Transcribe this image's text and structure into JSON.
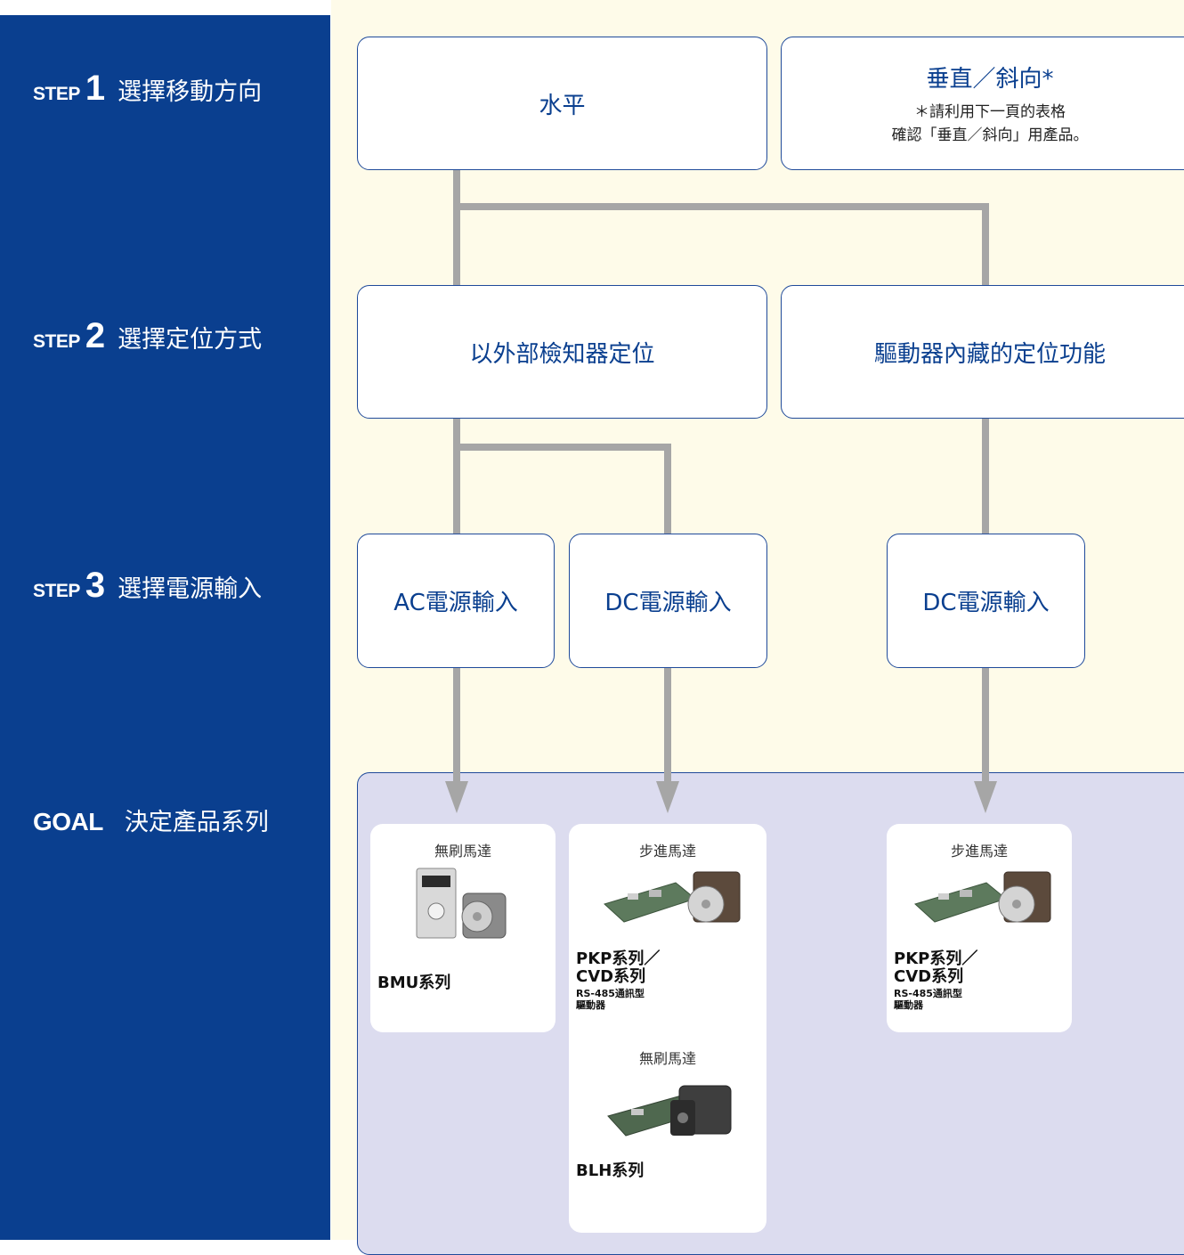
{
  "steps": [
    {
      "keyword": "STEP",
      "number": "1",
      "text": "選擇移動方向"
    },
    {
      "keyword": "STEP",
      "number": "2",
      "text": "選擇定位方式"
    },
    {
      "keyword": "STEP",
      "number": "3",
      "text": "選擇電源輸入"
    }
  ],
  "goal": {
    "keyword": "GOAL",
    "text": "決定產品系列"
  },
  "step1": {
    "horizontal": "水平",
    "vertical": "垂直／斜向*",
    "vertical_note_line1": "＊請利用下一頁的表格",
    "vertical_note_line2": "確認「垂直／斜向」用產品。"
  },
  "step2": {
    "external_sensor": "以外部檢知器定位",
    "driver_builtin": "驅動器內藏的定位功能"
  },
  "step3": {
    "ac_input": "AC電源輸入",
    "dc_input_left": "DC電源輸入",
    "dc_input_right": "DC電源輸入"
  },
  "products": {
    "card1": {
      "category": "無刷馬達",
      "series": "BMU系列"
    },
    "card2": {
      "category_top": "步進馬達",
      "series_line1": "PKP系列／",
      "series_line2": "CVD系列",
      "note_line1": "RS-485通訊型",
      "note_line2": "驅動器",
      "category_bottom": "無刷馬達",
      "series_bottom": "BLH系列"
    },
    "card3": {
      "category": "步進馬達",
      "series_line1": "PKP系列／",
      "series_line2": "CVD系列",
      "note_line1": "RS-485通訊型",
      "note_line2": "驅動器"
    }
  },
  "colors": {
    "sidebar": "#0a3f8f",
    "panel": "#fefbe9",
    "goal_area": "#dcdcef",
    "box_text": "#0a3f8f",
    "connector": "#a6a6a6"
  }
}
